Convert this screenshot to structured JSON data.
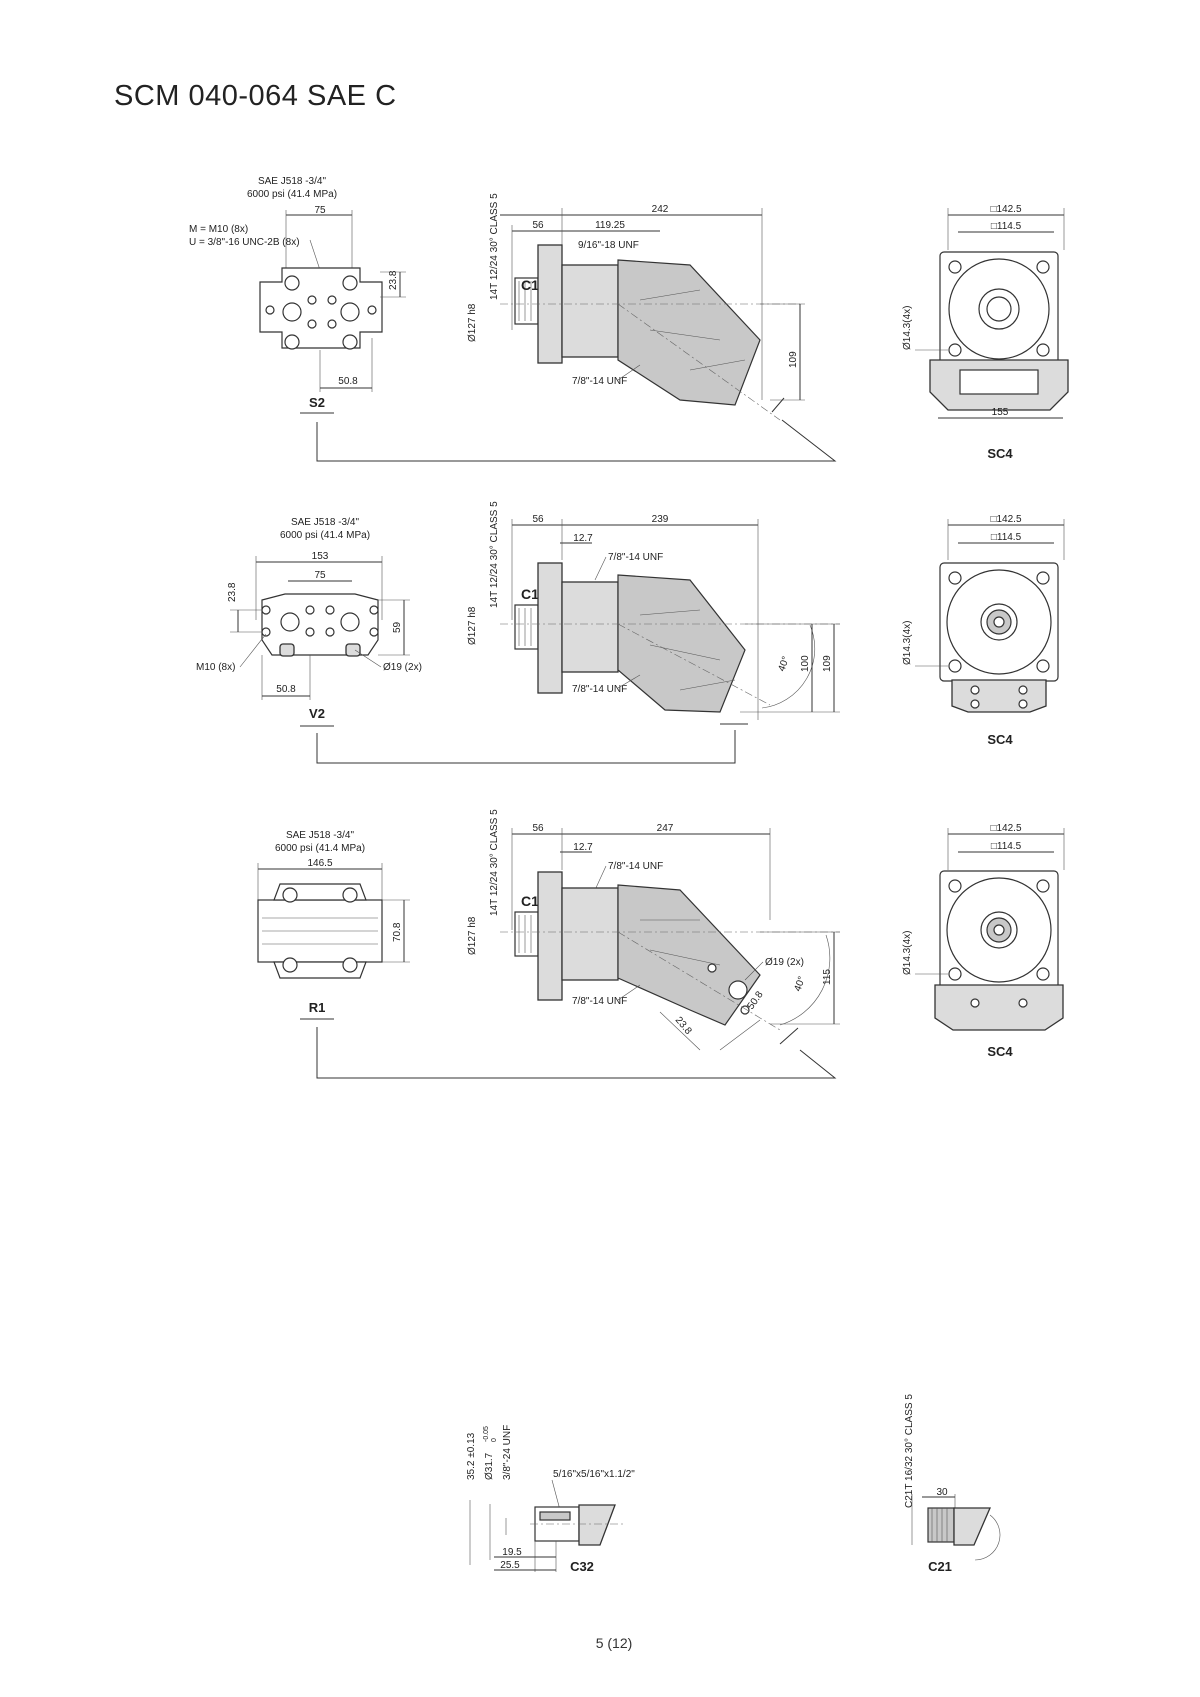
{
  "page": {
    "title": "SCM 040-064 SAE C",
    "page_number": "5 (12)"
  },
  "labels": {
    "port_s2": "S2",
    "port_v2": "V2",
    "port_r1": "R1",
    "flange_sc4": "SC4",
    "shaft_c14": "C14",
    "shaft_c32": "C32",
    "shaft_c21": "C21"
  },
  "row1": {
    "port_spec_1": "SAE J518 -3/4\"",
    "port_spec_2": "6000 psi (41.4 MPa)",
    "dim_75": "75",
    "thread_m": "M = M10 (8x)",
    "thread_u": "U = 3/8\"-16 UNC-2B (8x)",
    "dim_23_8": "23.8",
    "dim_50_8": "50.8",
    "spline": "14T 12/24 30° CLASS 5",
    "pilot": "Ø127 h8",
    "dim_56": "56",
    "dim_119_25": "119.25",
    "dim_242": "242",
    "drain_upper": "9/16\"-18 UNF",
    "drain_lower": "7/8\"-14 UNF",
    "dim_109": "109",
    "sq_142_5": "□142.5",
    "sq_114_5": "□114.5",
    "bolt_holes": "Ø14.3(4x)",
    "dim_155": "155"
  },
  "row2": {
    "port_spec_1": "SAE J518 -3/4\"",
    "port_spec_2": "6000 psi (41.4 MPa)",
    "dim_153": "153",
    "dim_75": "75",
    "dim_23_8": "23.8",
    "dim_59": "59",
    "thread_m": "M10 (8x)",
    "hole_19": "Ø19 (2x)",
    "dim_50_8": "50.8",
    "spline": "14T 12/24 30° CLASS 5",
    "pilot": "Ø127 h8",
    "dim_56": "56",
    "dim_239": "239",
    "dim_12_7": "12.7",
    "drain_upper": "7/8\"-14 UNF",
    "drain_lower": "7/8\"-14 UNF",
    "angle_40": "40°",
    "dim_100": "100",
    "dim_109": "109",
    "sq_142_5": "□142.5",
    "sq_114_5": "□114.5",
    "bolt_holes": "Ø14.3(4x)"
  },
  "row3": {
    "port_spec_1": "SAE J518 -3/4\"",
    "port_spec_2": "6000 psi (41.4 MPa)",
    "dim_146_5": "146.5",
    "dim_70_8": "70.8",
    "spline": "14T 12/24 30° CLASS 5",
    "pilot": "Ø127 h8",
    "dim_56": "56",
    "dim_247": "247",
    "dim_12_7": "12.7",
    "drain_upper": "7/8\"-14 UNF",
    "drain_lower": "7/8\"-14 UNF",
    "hole_19": "Ø19 (2x)",
    "angle_40": "40°",
    "dim_115": "115",
    "dim_23_8": "23.8",
    "dim_50_8": "50.8",
    "sq_142_5": "□142.5",
    "sq_114_5": "□114.5",
    "bolt_holes": "Ø14.3(4x)"
  },
  "shaft_c32": {
    "dim_35_2": "35.2 ±0.13",
    "dim_31_7": "Ø31.7",
    "tol_upper": "-0.05",
    "tol_lower": "0",
    "thread": "3/8\"-24 UNF",
    "key": "5/16\"x5/16\"x1.1/2\"",
    "dim_19_5": "19.5",
    "dim_25_5": "25.5"
  },
  "shaft_c21": {
    "spline": "C21T 16/32 30° CLASS 5",
    "dim_30": "30"
  }
}
